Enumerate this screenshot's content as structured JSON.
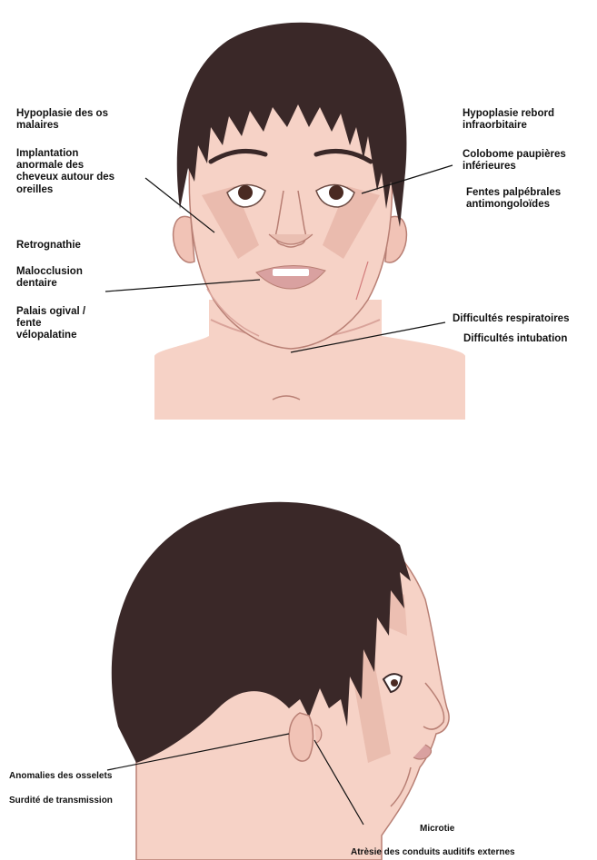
{
  "front_view": {
    "labels": {
      "malar_hypoplasia": "Hypoplasie des os\nmalaires",
      "hair_implantation": "Implantation\nanormale des\ncheveux autour des\noreilles",
      "retrognathia": "Retrognathie",
      "malocclusion": "Malocclusion\ndentaire",
      "palate": "Palais ogival /\nfente\nvélopalatine",
      "infraorbital_hypoplasia": "Hypoplasie rebord\ninfraorbitaire",
      "eyelid_coloboma": "Colobome paupières\ninférieures",
      "palpebral_fissures": "Fentes palpébrales\nantimongoloïdes",
      "respiratory_difficulty": "Difficultés respiratoires",
      "intubation_difficulty": "Difficultés intubation"
    }
  },
  "side_view": {
    "labels": {
      "ossicle_anomalies": "Anomalies des osselets",
      "conductive_deafness": "Surdité de transmission",
      "microtia": "Microtie",
      "canal_atresia": "Atrèsie des conduits auditifs externes"
    }
  },
  "colors": {
    "skin": "#f6d2c6",
    "skin_shadow": "#e7b4a6",
    "hair": "#3a2828",
    "outline": "#b87f74",
    "lip": "#d9a1a0",
    "iris": "#4a2a22",
    "pointer_line": "#111111"
  }
}
